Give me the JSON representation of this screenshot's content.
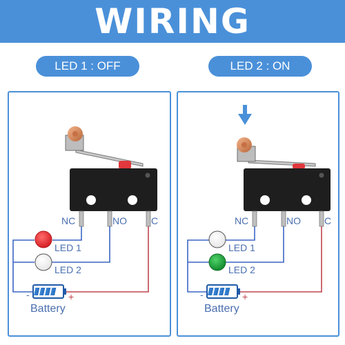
{
  "banner": {
    "title": "WIRING"
  },
  "left_panel": {
    "heading": "LED 1 : OFF",
    "terminals": {
      "nc": "NC",
      "no": "NO",
      "c": "C"
    },
    "led1_label": "LED 1",
    "led2_label": "LED 2",
    "led1_state": "on",
    "led2_state": "off",
    "battery_label": "Battery",
    "battery_minus": "-",
    "battery_plus": "+"
  },
  "right_panel": {
    "heading": "LED 2 : ON",
    "terminals": {
      "nc": "NC",
      "no": "NO",
      "c": "C"
    },
    "led1_label": "LED 1",
    "led2_label": "LED 2",
    "led1_state": "off",
    "led2_state": "on",
    "battery_label": "Battery",
    "battery_minus": "-",
    "battery_plus": "+",
    "pressed_arrow": "arrow-down-icon"
  },
  "colors": {
    "accent": "#4a90d9",
    "led_red": "#e8262a",
    "led_green": "#1aa33a",
    "wire_blue": "#3b66c4",
    "wire_red": "#c0454f",
    "switch_body": "#1e1e1e",
    "plunger": "#e0383c"
  }
}
